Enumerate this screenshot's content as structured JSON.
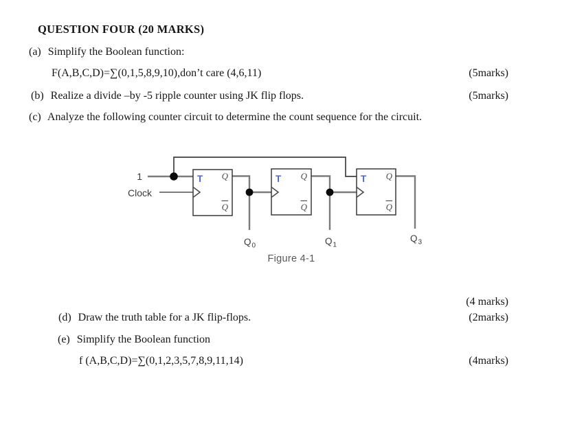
{
  "doc": {
    "title": "QUESTION FOUR (20 MARKS)",
    "qa_label": "(a)",
    "qa_text": "Simplify the Boolean function:",
    "qa_expr": "F(A,B,C,D)=∑(0,1,5,8,9,10),don’t care (4,6,11)",
    "qa_marks": "(5marks)",
    "qb_label": "(b)",
    "qb_text": "Realize a divide –by -5 ripple counter using JK flip flops.",
    "qb_marks": "(5marks)",
    "qc_label": "(c)",
    "qc_text": "Analyze the following counter circuit to determine the count sequence for the circuit.",
    "qc_marks": "(4 marks)",
    "qd_label": "(d)",
    "qd_text": "Draw the truth table for a JK flip-flops.",
    "qd_marks": "(2marks)",
    "qe_label": "(e)",
    "qe_text": "Simplify the Boolean function",
    "qe_expr": "f (A,B,C,D)=∑(0,1,2,3,5,7,8,9,11,14)",
    "qe_marks": "(4marks)"
  },
  "figure": {
    "caption": "Figure 4-1",
    "input_label": "1",
    "clock_label": "Clock",
    "ff": {
      "t": "T",
      "q": "Q",
      "qbar": "Q"
    },
    "outputs": {
      "q0_base": "Q",
      "q0_sub": "0",
      "q1_base": "Q",
      "q1_sub": "1",
      "q3_base": "Q",
      "q3_sub": "3"
    },
    "colors": {
      "t_label_blue": "#5064c6",
      "wire_gray": "#7b7b7b",
      "ink": "#161616"
    }
  }
}
